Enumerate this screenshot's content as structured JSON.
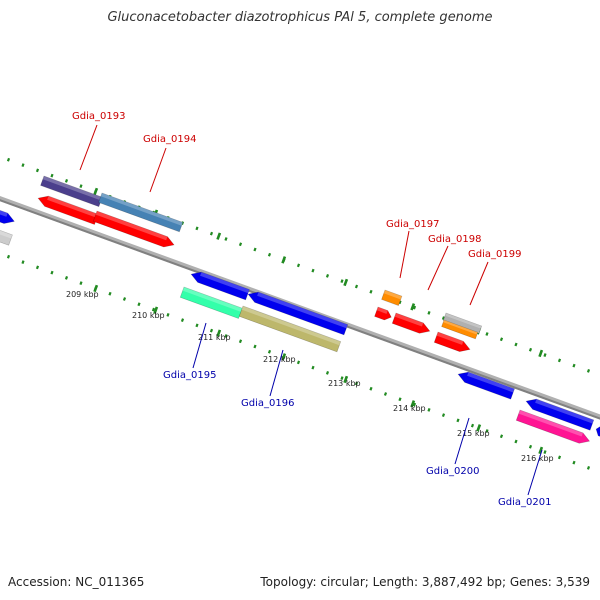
{
  "title": "Gluconacetobacter diazotrophicus PAl 5, complete genome",
  "footer": {
    "accession": "Accession: NC_011365",
    "summary": "Topology: circular; Length: 3,887,492 bp; Genes: 3,539"
  },
  "colors": {
    "backbone": "#808080",
    "tick": "#228B22",
    "label_top": "#cc0000",
    "label_bottom": "#0000aa",
    "scale_label": "#222222"
  },
  "scale_labels": [
    "209 kbp",
    "210 kbp",
    "211 kbp",
    "212 kbp",
    "213 kbp",
    "214 kbp",
    "215 kbp",
    "216 kbp"
  ],
  "features_top_strand": [
    {
      "name": "Gdia_0193",
      "color": "#4b3f8c"
    },
    {
      "name": "Gdia_0194",
      "color": "#4682b4"
    },
    {
      "name": "Gdia_0197",
      "color": "#ff8c00"
    },
    {
      "name": "Gdia_0198",
      "color": "#b0b0b0"
    },
    {
      "name": "Gdia_0199",
      "color": "#ff8c00"
    }
  ],
  "features_bottom_strand": [
    {
      "name": "Gdia_0195",
      "color": "#33ffaa"
    },
    {
      "name": "Gdia_0196",
      "color": "#bdb76b"
    },
    {
      "name": "Gdia_0200",
      "color": "#0000ee"
    },
    {
      "name": "Gdia_0201",
      "color": "#ff1493"
    }
  ]
}
